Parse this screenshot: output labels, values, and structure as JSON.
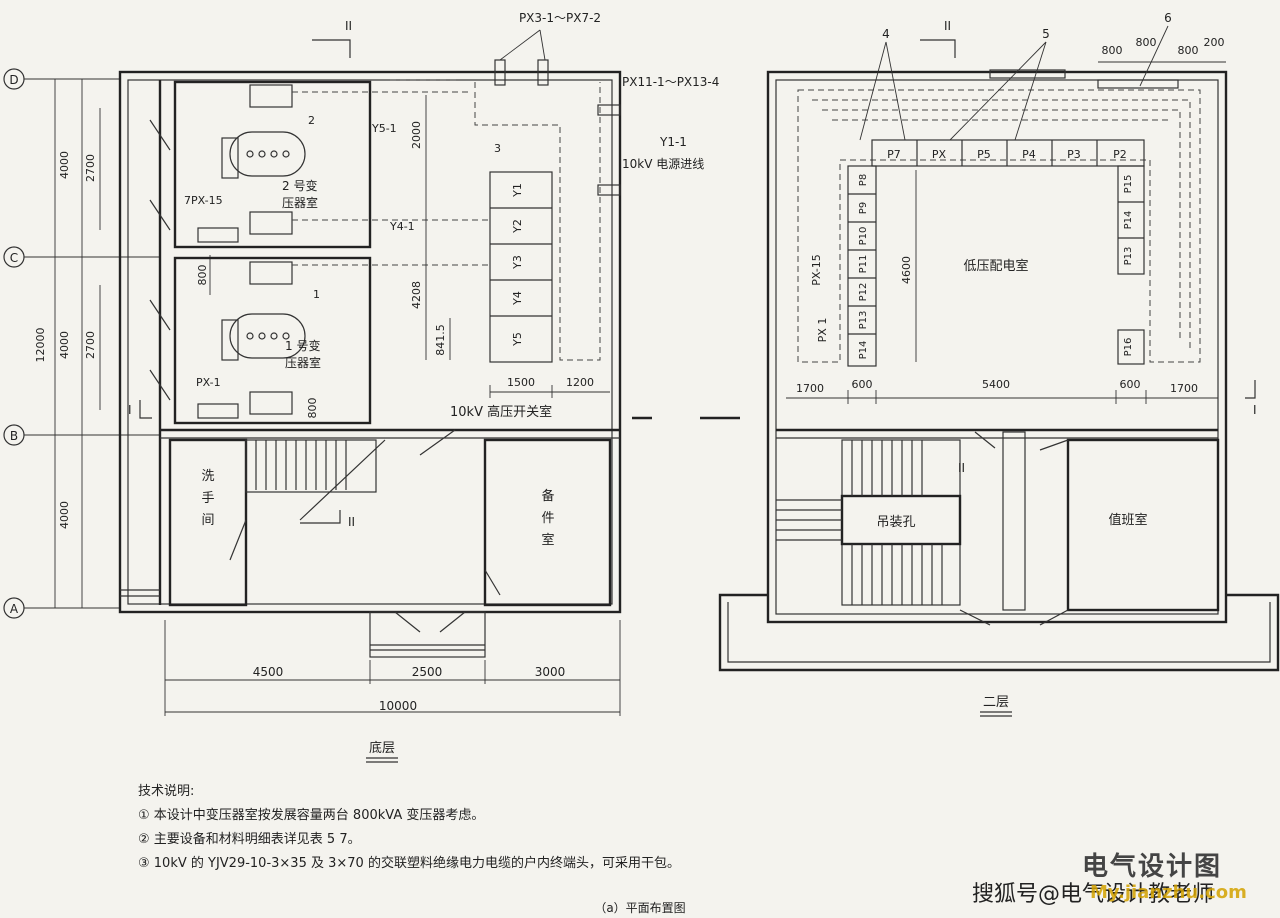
{
  "ground": {
    "axis": [
      "D",
      "C",
      "B",
      "A"
    ],
    "section_mark": "II",
    "section_mark_i": "I",
    "px_top": "PX3-1～PX7-2",
    "px_right": "PX11-1～PX13-4",
    "y1_1": "Y1-1",
    "incoming": "10kV 电源进线",
    "y5_1": "Y5-1",
    "y4_1": "Y4-1",
    "label_2": "2",
    "label_3": "3",
    "label_1": "1",
    "px15": "7PX-15",
    "px1": "PX-1",
    "room_t2": [
      "2 号变",
      "压器室"
    ],
    "room_t1": [
      "1 号变",
      "压器室"
    ],
    "switch_room": "10kV 高压开关室",
    "washroom": [
      "洗",
      "手",
      "间"
    ],
    "spare_room": [
      "备",
      "件",
      "室"
    ],
    "cabinets": [
      "Y1",
      "Y2",
      "Y3",
      "Y4",
      "Y5"
    ],
    "dims_left": [
      "4000",
      "2700",
      "12000",
      "4000",
      "2700",
      "4000",
      "800",
      "800"
    ],
    "dims_mid": [
      "2000",
      "4208",
      "841.5",
      "1500",
      "1200"
    ],
    "dims_bottom": [
      "4500",
      "2500",
      "3000",
      "10000"
    ],
    "caption": "底层"
  },
  "second": {
    "section_mark": "II",
    "section_mark_i": "I",
    "n4": "4",
    "n5": "5",
    "n6": "6",
    "dims_top": [
      "800",
      "800",
      "800",
      "200"
    ],
    "dims_bottom": [
      "1700",
      "600",
      "5400",
      "600",
      "1700"
    ],
    "dim_4600": "4600",
    "lv_room": "低压配电室",
    "duty_room": "值班室",
    "hoist": "吊装孔",
    "px15": "PX-15",
    "px1": "PX 1",
    "p16": "P16",
    "panels_top": [
      "P7",
      "PX",
      "P5",
      "P4",
      "P3",
      "P2"
    ],
    "panels_left": [
      "P8",
      "P9",
      "P10",
      "P11",
      "P12",
      "P13",
      "P14"
    ],
    "panels_right": [
      "P15",
      "P14",
      "P13"
    ],
    "caption": "二层"
  },
  "notes": {
    "title": "技术说明:",
    "items": [
      "① 本设计中变压器室按发展容量两台 800kVA 变压器考虑。",
      "② 主要设备和材料明细表详见表 5 7。",
      "③ 10kV 的 YJV29-10-3×35 及 3×70 的交联塑料绝缘电力电缆的户内终端头，可采用干包。"
    ]
  },
  "figure_caption": "（a）平面布置图",
  "watermark": {
    "brand": "电气设计图",
    "line": "搜狐号@电气设计教老师",
    "site": "My.jianzhu.com"
  }
}
